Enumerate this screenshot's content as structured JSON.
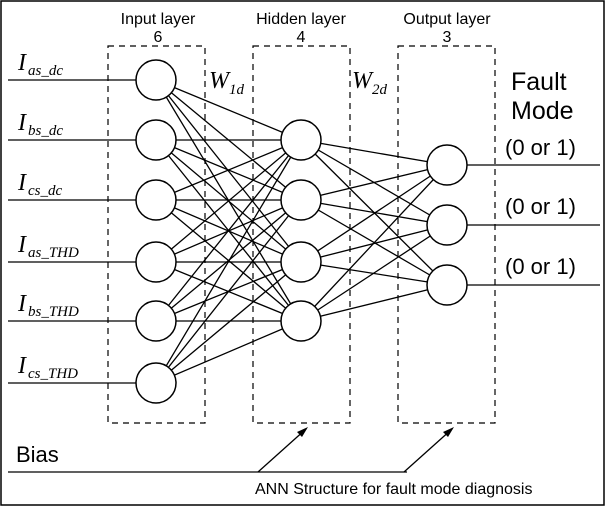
{
  "layers": [
    {
      "name": "Input layer",
      "count_label": "6",
      "nodes": 6
    },
    {
      "name": "Hidden layer",
      "count_label": "4",
      "nodes": 4
    },
    {
      "name": "Output layer",
      "count_label": "3",
      "nodes": 3
    }
  ],
  "inputs": [
    {
      "base": "I",
      "sub": "as_dc"
    },
    {
      "base": "I",
      "sub": "bs_dc"
    },
    {
      "base": "I",
      "sub": "cs_dc"
    },
    {
      "base": "I",
      "sub": "as_THD"
    },
    {
      "base": "I",
      "sub": "bs_THD"
    },
    {
      "base": "I",
      "sub": "cs_THD"
    }
  ],
  "weights": [
    {
      "base": "W",
      "sub": "1d"
    },
    {
      "base": "W",
      "sub": "2d"
    }
  ],
  "output_title": [
    "Fault",
    "Mode"
  ],
  "output_values": [
    "(0 or 1)",
    "(0 or 1)",
    "(0 or 1)"
  ],
  "bias_label": "Bias",
  "caption": "ANN Structure for fault mode diagnosis",
  "colors": {
    "line": "#000000",
    "background": "#ffffff"
  }
}
